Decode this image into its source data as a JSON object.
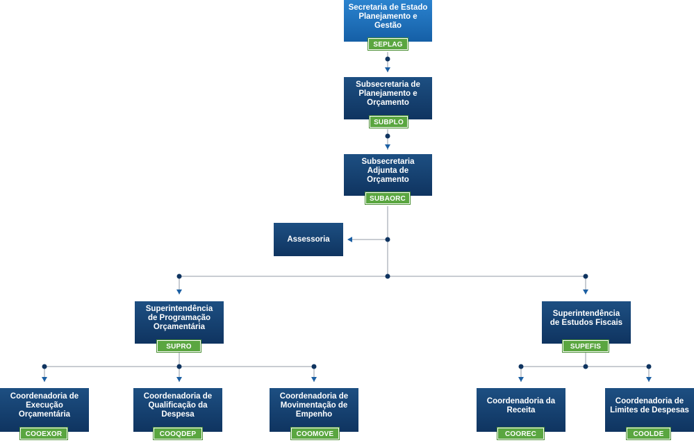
{
  "org": {
    "seplag": {
      "name": "Secretaria de Estado\nPlanejamento e\nGestão",
      "code": "SEPLAG"
    },
    "subplo": {
      "name": "Subsecretaria de\nPlanejamento e\nOrçamento",
      "code": "SUBPLO"
    },
    "subaorc": {
      "name": "Subsecretaria\nAdjunta de\nOrçamento",
      "code": "SUBAORC"
    },
    "assessoria": {
      "name": "Assessoria"
    },
    "supro": {
      "name": "Superintendência\nde Programação\nOrçamentária",
      "code": "SUPRO"
    },
    "supefis": {
      "name": "Superintendência\nde Estudos Fiscais",
      "code": "SUPEFIS"
    },
    "cooexor": {
      "name": "Coordenadoria de\nExecução\nOrçamentária",
      "code": "COOEXOR"
    },
    "cooqdep": {
      "name": "Coordenadoria de\nQualificação da\nDespesa",
      "code": "COOQDEP"
    },
    "coomove": {
      "name": "Coordenadoria de\nMovimentação de\nEmpenho",
      "code": "COOMOVE"
    },
    "coorec": {
      "name": "Coordenadoria da\nReceita",
      "code": "COOREC"
    },
    "coolde": {
      "name": "Coordenadoria de\nLimites de Despesas",
      "code": "COOLDE"
    }
  },
  "colors": {
    "node": "#0f3460",
    "root": "#1b6fbf",
    "badge": "#5aa640",
    "connector": "#c8ccd2",
    "dot": "#0f3460"
  }
}
